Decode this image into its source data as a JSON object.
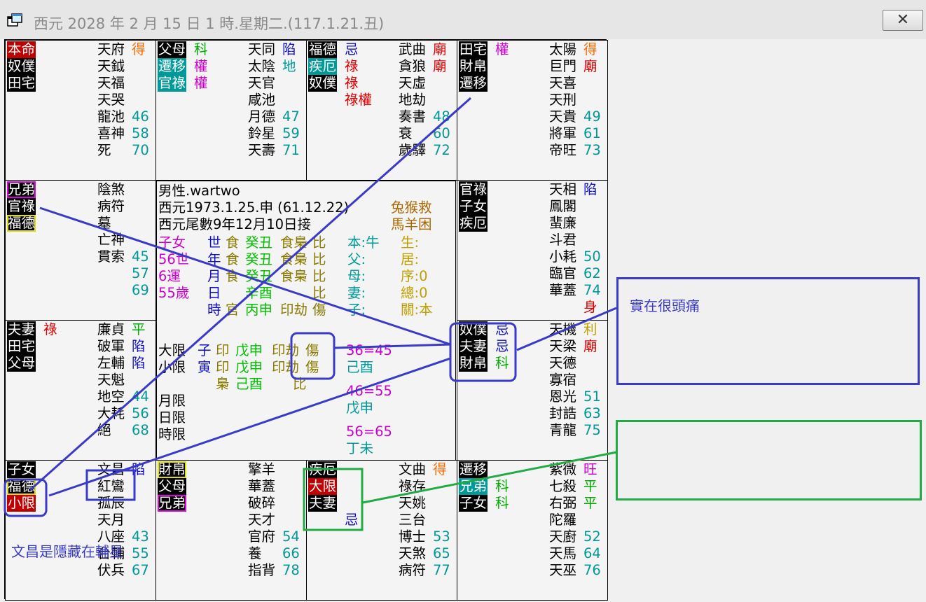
{
  "window": {
    "title": "西元 2028 年 2 月 15 日 1 時.星期二.(117.1.21.丑)",
    "close_glyph": "✕"
  },
  "notes": {
    "headache": "實在很頭痛",
    "empty": "",
    "wenchang": "文昌是隱藏在輔星"
  },
  "center": {
    "line1": "男性.wartwo",
    "line2": "西元1973.1.25.申 (61.12.22)",
    "line3": "西元尾數9年12月10日接",
    "zodiac1": "兔猴救",
    "zodiac2": "馬羊困",
    "left_labels": [
      "子女",
      "56世",
      "6運",
      "55歲"
    ],
    "pillar_labels": [
      "世",
      "年",
      "月",
      "日",
      "時"
    ],
    "pillar_rows": [
      [
        "食",
        "癸丑",
        "食梟",
        "比"
      ],
      [
        "食",
        "癸丑",
        "食梟",
        "比"
      ],
      [
        "食",
        "癸丑",
        "食梟",
        "比"
      ],
      [
        "",
        "辛酉",
        "",
        "比"
      ],
      [
        "官",
        "丙申",
        "印劫",
        "傷"
      ]
    ],
    "mid_labels": [
      "本:牛",
      "父:",
      "母:",
      "妻:",
      "子:"
    ],
    "right_labels": [
      "生:",
      "居:",
      "序:0",
      "總:0",
      "關:本"
    ],
    "dalimit": "大限",
    "xiaolimit": "小限",
    "monthlimit": "月限",
    "daylimit": "日限",
    "hourlimit": "時限",
    "dalimit_row": [
      "子",
      "印",
      "戊申",
      "印劫",
      "傷"
    ],
    "xiaolimit_row": [
      "寅",
      "印",
      "戊申",
      "印劫",
      "傷"
    ],
    "extra_row": [
      "梟",
      "己酉",
      "",
      "比"
    ],
    "ranges": [
      "36=45",
      "己酉",
      "46=55",
      "戊申",
      "56=65",
      "丁未"
    ]
  },
  "colors": {
    "pen_blue": "#3a3ac8",
    "pen_green": "#22aa44"
  },
  "cells": [
    {
      "id": "c1",
      "tags": [
        {
          "t": "本命",
          "c": "rd"
        },
        {
          "t": "奴僕",
          "c": "bk"
        },
        {
          "t": "田宅",
          "c": "bk"
        }
      ],
      "tags2": [],
      "stars": [
        {
          "s": "天府",
          "m": "得",
          "mc": "orange"
        },
        {
          "s": "天鉞"
        },
        {
          "s": "天福"
        },
        {
          "s": "天哭"
        },
        {
          "s": "龍池",
          "n": "46"
        },
        {
          "s": "喜神",
          "n": "58"
        },
        {
          "s": "死",
          "n": "70"
        }
      ]
    },
    {
      "id": "c2",
      "tags": [
        {
          "t": "父母",
          "c": "bk"
        },
        {
          "t": "遷移",
          "c": "tl"
        },
        {
          "t": "官祿",
          "c": "tl"
        }
      ],
      "tags2": [
        {
          "t": "科",
          "c": "green"
        },
        {
          "t": "權",
          "c": "magenta"
        },
        {
          "t": "權",
          "c": "magenta"
        }
      ],
      "stars": [
        {
          "s": "天同",
          "m": "陷",
          "mc": "blue"
        },
        {
          "s": "太陰",
          "m": "地",
          "mc": "teal"
        },
        {
          "s": "天官"
        },
        {
          "s": "咸池"
        },
        {
          "s": "月德",
          "n": "47"
        },
        {
          "s": "鈴星",
          "n": "59"
        },
        {
          "s": "天壽",
          "n": "71"
        }
      ]
    },
    {
      "id": "c3",
      "tags": [
        {
          "t": "福德",
          "c": "bk"
        },
        {
          "t": "疾厄",
          "c": "tl"
        },
        {
          "t": "奴僕",
          "c": "bk"
        }
      ],
      "tags2": [
        {
          "t": "忌",
          "c": "blue"
        },
        {
          "t": "祿",
          "c": "red"
        },
        {
          "t": "祿",
          "c": "red"
        },
        {
          "t": "祿權",
          "c": "red"
        }
      ],
      "stars": [
        {
          "s": "武曲",
          "m": "廟",
          "mc": "red"
        },
        {
          "s": "貪狼",
          "m": "廟",
          "mc": "red"
        },
        {
          "s": "天虛"
        },
        {
          "s": "地劫"
        },
        {
          "s": "奏書",
          "n": "48"
        },
        {
          "s": "衰",
          "n": "60"
        },
        {
          "s": "歲驛",
          "n": "72"
        }
      ]
    },
    {
      "id": "c4",
      "tags": [
        {
          "t": "田宅",
          "c": "bk"
        },
        {
          "t": "財帛",
          "c": "bk"
        },
        {
          "t": "遷移",
          "c": "bk"
        }
      ],
      "tags2": [
        {
          "t": "權",
          "c": "magenta"
        }
      ],
      "stars": [
        {
          "s": "太陽",
          "m": "得",
          "mc": "orange"
        },
        {
          "s": "巨門",
          "m": "廟",
          "mc": "red"
        },
        {
          "s": "天喜"
        },
        {
          "s": "天刑"
        },
        {
          "s": "天貴",
          "n": "49"
        },
        {
          "s": "將軍",
          "n": "61"
        },
        {
          "s": "帝旺",
          "n": "73"
        }
      ]
    },
    {
      "id": "c5",
      "tags": [
        {
          "t": "兄弟",
          "c": "mg"
        },
        {
          "t": "官祿",
          "c": "bk"
        },
        {
          "t": "福德",
          "c": "yl"
        }
      ],
      "tags2": [],
      "stars": [
        {
          "s": "陰煞"
        },
        {
          "s": "病符"
        },
        {
          "s": "墓"
        },
        {
          "s": "亡神"
        },
        {
          "s": "貫索",
          "n": "45"
        },
        {
          "s": "",
          "n": "57"
        },
        {
          "s": "",
          "n": "69"
        }
      ]
    },
    {
      "id": "c6",
      "tags": [
        {
          "t": "官祿",
          "c": "bk"
        },
        {
          "t": "子女",
          "c": "bk"
        },
        {
          "t": "疾厄",
          "c": "bk"
        }
      ],
      "tags2": [],
      "stars": [
        {
          "s": "天相",
          "m": "陷",
          "mc": "blue"
        },
        {
          "s": "鳳閣"
        },
        {
          "s": "蜚廉"
        },
        {
          "s": "斗君"
        },
        {
          "s": "小耗",
          "n": "50"
        },
        {
          "s": "臨官",
          "n": "62"
        },
        {
          "s": "華蓋",
          "n": "74"
        },
        {
          "s": "",
          "m": "身",
          "mc": "red"
        }
      ]
    },
    {
      "id": "c7",
      "tags": [
        {
          "t": "夫妻",
          "c": "bk"
        },
        {
          "t": "田宅",
          "c": "bk"
        },
        {
          "t": "父母",
          "c": "bk"
        }
      ],
      "tags2": [
        {
          "t": "祿",
          "c": "red"
        }
      ],
      "stars": [
        {
          "s": "廉貞",
          "m": "平",
          "mc": "green"
        },
        {
          "s": "破軍",
          "m": "陷",
          "mc": "blue"
        },
        {
          "s": "左輔",
          "m": "陷",
          "mc": "blue"
        },
        {
          "s": "天魁"
        },
        {
          "s": "地空",
          "n": "44"
        },
        {
          "s": "大耗",
          "n": "56"
        },
        {
          "s": "絕",
          "n": "68"
        }
      ]
    },
    {
      "id": "c8",
      "tags": [
        {
          "t": "奴僕",
          "c": "bk"
        },
        {
          "t": "夫妻",
          "c": "bk"
        },
        {
          "t": "財帛",
          "c": "bk"
        }
      ],
      "tags2": [
        {
          "t": "忌",
          "c": "blue"
        },
        {
          "t": "忌",
          "c": "blue"
        },
        {
          "t": "科",
          "c": "green"
        }
      ],
      "stars": [
        {
          "s": "天機",
          "m": "利",
          "mc": "gold"
        },
        {
          "s": "天梁",
          "m": "廟",
          "mc": "red"
        },
        {
          "s": "天德"
        },
        {
          "s": "寡宿"
        },
        {
          "s": "恩光",
          "n": "51"
        },
        {
          "s": "封誥",
          "n": "63"
        },
        {
          "s": "青龍",
          "n": "75"
        }
      ]
    },
    {
      "id": "c9",
      "tags": [
        {
          "t": "子女",
          "c": "bk"
        },
        {
          "t": "福德",
          "c": "yl"
        },
        {
          "t": "小限",
          "c": "rd"
        }
      ],
      "tags2": [],
      "stars": [
        {
          "s": "文昌",
          "m": "陷",
          "mc": "blue"
        },
        {
          "s": "紅鸞"
        },
        {
          "s": "孤辰"
        },
        {
          "s": "天月"
        },
        {
          "s": "八座",
          "n": "43"
        },
        {
          "s": "台輔",
          "n": "55"
        },
        {
          "s": "伏兵",
          "n": "67"
        }
      ]
    },
    {
      "id": "c10",
      "tags": [
        {
          "t": "財帛",
          "c": "yl"
        },
        {
          "t": "父母",
          "c": "bk"
        },
        {
          "t": "兄弟",
          "c": "mg"
        }
      ],
      "tags2": [],
      "stars": [
        {
          "s": "擎羊"
        },
        {
          "s": "華蓋"
        },
        {
          "s": "破碎"
        },
        {
          "s": "天才"
        },
        {
          "s": "官府",
          "n": "54"
        },
        {
          "s": "養",
          "n": "66"
        },
        {
          "s": "指背",
          "n": "78"
        }
      ]
    },
    {
      "id": "c11",
      "tags": [
        {
          "t": "疾厄",
          "c": "bk"
        },
        {
          "t": "大限",
          "c": "rd"
        },
        {
          "t": "夫妻",
          "c": "bk"
        }
      ],
      "tags2": [
        {
          "t": "",
          "c": "black"
        },
        {
          "t": "",
          "c": "black"
        },
        {
          "t": "",
          "c": "black"
        },
        {
          "t": "忌",
          "c": "blue"
        }
      ],
      "stars": [
        {
          "s": "文曲",
          "m": "得",
          "mc": "orange"
        },
        {
          "s": "祿存"
        },
        {
          "s": "天姚"
        },
        {
          "s": "三台"
        },
        {
          "s": "博士",
          "n": "53"
        },
        {
          "s": "天煞",
          "n": "65"
        },
        {
          "s": "病符",
          "n": "77"
        }
      ]
    },
    {
      "id": "c12",
      "tags": [
        {
          "t": "遷移",
          "c": "bk"
        },
        {
          "t": "兄弟",
          "c": "tl"
        },
        {
          "t": "子女",
          "c": "bk"
        }
      ],
      "tags2": [
        {
          "t": "",
          "c": "black"
        },
        {
          "t": "科",
          "c": "green"
        },
        {
          "t": "科",
          "c": "green"
        }
      ],
      "stars": [
        {
          "s": "紫微",
          "m": "旺",
          "mc": "magenta"
        },
        {
          "s": "七殺",
          "m": "平",
          "mc": "green"
        },
        {
          "s": "右弼",
          "m": "平",
          "mc": "green"
        },
        {
          "s": "陀羅"
        },
        {
          "s": "天廚",
          "n": "52"
        },
        {
          "s": "天馬",
          "n": "64"
        },
        {
          "s": "天巫",
          "n": "76"
        }
      ]
    }
  ]
}
